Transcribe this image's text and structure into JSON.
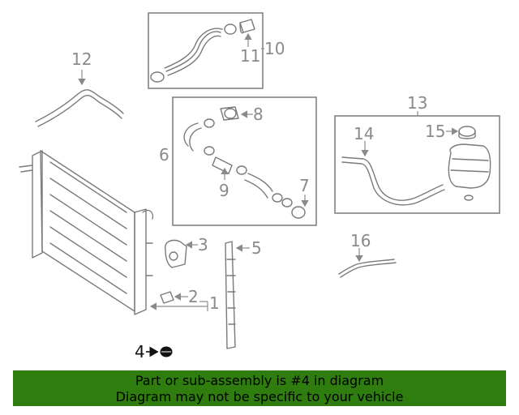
{
  "callouts": {
    "c1": "1",
    "c2": "2",
    "c3": "3",
    "c4": "4",
    "c5": "5",
    "c6": "6",
    "c7": "7",
    "c8": "8",
    "c9": "9",
    "c10": "10",
    "c11": "11",
    "c12": "12",
    "c13": "13",
    "c14": "14",
    "c15": "15",
    "c16": "16"
  },
  "banner": {
    "line1": "Part or sub-assembly is #4 in diagram",
    "line2": "Diagram may not be specific to your vehicle"
  },
  "colors": {
    "banner_bg": "#2f7d0f",
    "line_art": "#7a7a7a",
    "highlight_part": "#111111"
  }
}
